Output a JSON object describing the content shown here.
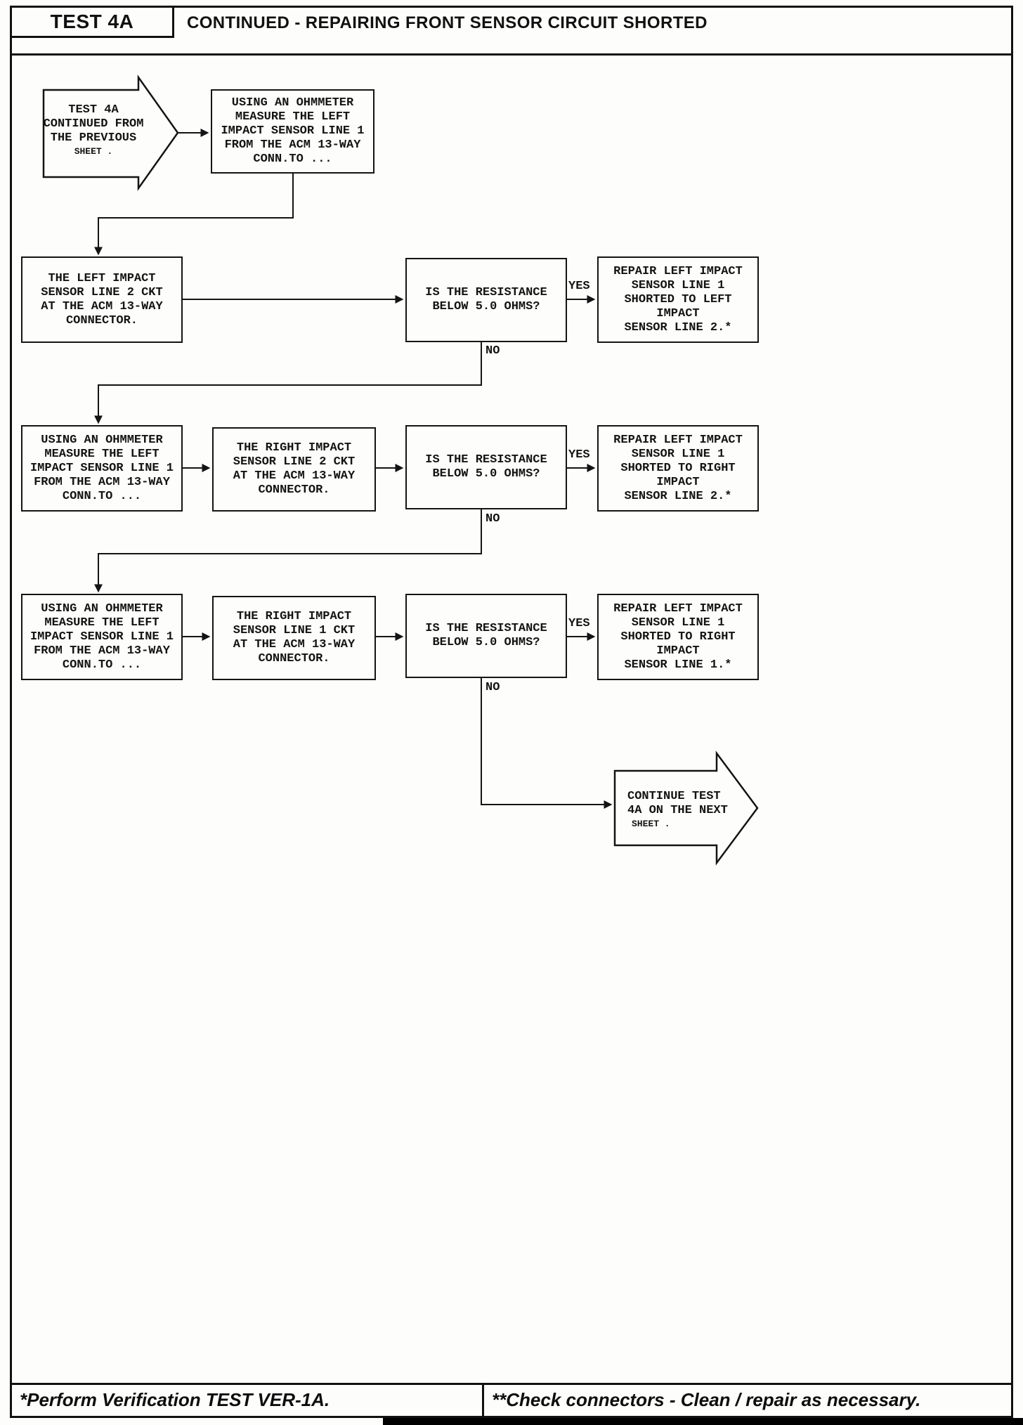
{
  "header": {
    "test_label": "TEST 4A",
    "title": "CONTINUED - REPAIRING FRONT SENSOR CIRCUIT SHORTED"
  },
  "labels": {
    "yes": "YES",
    "no": "NO"
  },
  "colors": {
    "ink": "#141414",
    "paper": "#fdfdfb"
  },
  "nodes": {
    "start": {
      "lines": [
        "TEST 4A",
        "CONTINUED FROM",
        "THE PREVIOUS"
      ],
      "small": "SHEET ."
    },
    "measure1": {
      "lines": [
        "USING AN OHMMETER",
        "MEASURE THE LEFT",
        "IMPACT SENSOR LINE 1",
        "FROM THE ACM 13-WAY",
        "CONN.TO ..."
      ]
    },
    "left_line2": {
      "lines": [
        "THE LEFT IMPACT",
        "SENSOR LINE 2 CKT",
        "AT THE ACM 13-WAY",
        "CONNECTOR."
      ]
    },
    "resistance1": {
      "lines": [
        "IS THE RESISTANCE",
        "BELOW 5.0 OHMS?"
      ]
    },
    "repair1": {
      "lines": [
        "REPAIR LEFT IMPACT",
        "SENSOR LINE 1",
        "SHORTED TO LEFT",
        "IMPACT",
        "SENSOR LINE 2.*"
      ]
    },
    "measure2": {
      "lines": [
        "USING AN OHMMETER",
        "MEASURE THE LEFT",
        "IMPACT SENSOR LINE 1",
        "FROM THE ACM 13-WAY",
        "CONN.TO ..."
      ]
    },
    "right_line2": {
      "lines": [
        "THE RIGHT IMPACT",
        "SENSOR LINE 2 CKT",
        "AT THE ACM 13-WAY",
        "CONNECTOR."
      ]
    },
    "resistance2": {
      "lines": [
        "IS THE RESISTANCE",
        "BELOW 5.0 OHMS?"
      ]
    },
    "repair2": {
      "lines": [
        "REPAIR LEFT IMPACT",
        "SENSOR LINE 1",
        "SHORTED TO RIGHT",
        "IMPACT",
        "SENSOR LINE 2.*"
      ]
    },
    "measure3": {
      "lines": [
        "USING AN OHMMETER",
        "MEASURE THE LEFT",
        "IMPACT SENSOR LINE 1",
        "FROM THE ACM 13-WAY",
        "CONN.TO ..."
      ]
    },
    "right_line1": {
      "lines": [
        "THE RIGHT IMPACT",
        "SENSOR LINE 1 CKT",
        "AT THE ACM 13-WAY",
        "CONNECTOR."
      ]
    },
    "resistance3": {
      "lines": [
        "IS THE RESISTANCE",
        "BELOW 5.0 OHMS?"
      ]
    },
    "repair3": {
      "lines": [
        "REPAIR LEFT IMPACT",
        "SENSOR LINE 1",
        "SHORTED TO RIGHT",
        "IMPACT",
        "SENSOR LINE 1.*"
      ]
    },
    "continue": {
      "lines": [
        "CONTINUE TEST",
        "4A ON THE NEXT"
      ],
      "small": "SHEET ."
    }
  },
  "footer": {
    "left_note": "*Perform Verification TEST VER-1A.",
    "right_note": "**Check connectors - Clean / repair as necessary."
  }
}
